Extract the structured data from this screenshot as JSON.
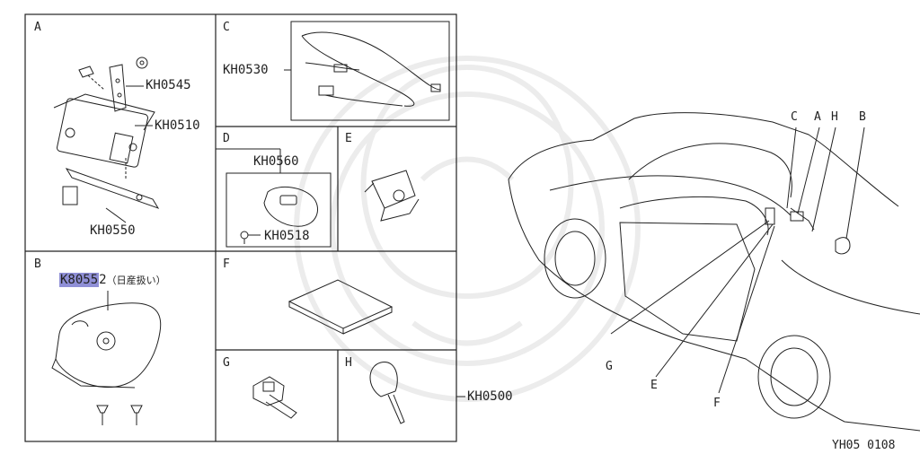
{
  "diagram": {
    "panels": {
      "A": {
        "letter": "A",
        "parts": [
          "KH0545",
          "KH0510",
          "KH0550"
        ]
      },
      "B": {
        "letter": "B",
        "part_highlight": "K8055",
        "part_rest": "2",
        "note": "（日産扱い）"
      },
      "C": {
        "letter": "C",
        "parts": [
          "KH0530"
        ]
      },
      "D": {
        "letter": "D",
        "parts": [
          "KH0560",
          "KH0518"
        ]
      },
      "E": {
        "letter": "E"
      },
      "F": {
        "letter": "F"
      },
      "G": {
        "letter": "G"
      },
      "H": {
        "letter": "H",
        "parts": [
          "KH0500"
        ]
      }
    },
    "car_callouts": [
      "C",
      "A",
      "H",
      "B",
      "G",
      "E",
      "F"
    ],
    "figure_code": "YH05 0108",
    "colors": {
      "line": "#222222",
      "highlight": "#8f8fd6",
      "watermark": "#ececec"
    }
  }
}
